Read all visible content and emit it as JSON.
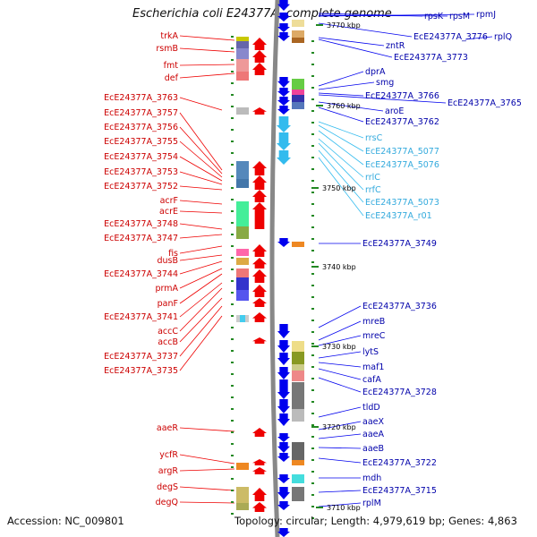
{
  "title": "Escherichia coli E24377A, complete genome",
  "footer": {
    "accession": "Accession: NC_009801",
    "topology": "Topology: circular; Length: 4,979,619 bp; Genes: 4,863"
  },
  "colors": {
    "forward_gene": "#ee0000",
    "reverse_gene": "#0000ee",
    "rna_gene": "#33bbee",
    "backbone": "#888888",
    "tick": "#228822"
  },
  "scale": [
    {
      "label": "3770 kbp"
    },
    {
      "label": "3760 kbp"
    },
    {
      "label": "3750 kbp"
    },
    {
      "label": "3740 kbp"
    },
    {
      "label": "3730 kbp"
    },
    {
      "label": "3720 kbp"
    },
    {
      "label": "3710 kbp"
    }
  ],
  "left_labels": [
    "trkA",
    "rsmB",
    "fmt",
    "def",
    "EcE24377A_3763",
    "EcE24377A_3757",
    "EcE24377A_3756",
    "EcE24377A_3755",
    "EcE24377A_3754",
    "EcE24377A_3753",
    "EcE24377A_3752",
    "acrF",
    "acrE",
    "EcE24377A_3748",
    "EcE24377A_3747",
    "fis",
    "dusB",
    "EcE24377A_3744",
    "prmA",
    "panF",
    "EcE24377A_3741",
    "accC",
    "accB",
    "EcE24377A_3737",
    "EcE24377A_3735",
    "aaeR",
    "ycfR",
    "argR",
    "degS",
    "degQ"
  ],
  "right_labels": [
    {
      "text": "rpsK",
      "kind": "protein"
    },
    {
      "text": "rpsM",
      "kind": "protein"
    },
    {
      "text": "rpmJ",
      "kind": "protein"
    },
    {
      "text": "EcE24377A_3776",
      "kind": "protein"
    },
    {
      "text": "rplQ",
      "kind": "protein"
    },
    {
      "text": "zntR",
      "kind": "protein"
    },
    {
      "text": "EcE24377A_3773",
      "kind": "protein"
    },
    {
      "text": "dprA",
      "kind": "protein"
    },
    {
      "text": "smg",
      "kind": "protein"
    },
    {
      "text": "EcE24377A_3766",
      "kind": "protein"
    },
    {
      "text": "EcE24377A_3765",
      "kind": "protein"
    },
    {
      "text": "aroE",
      "kind": "protein"
    },
    {
      "text": "EcE24377A_3762",
      "kind": "protein"
    },
    {
      "text": "rrsC",
      "kind": "rna"
    },
    {
      "text": "EcE24377A_5077",
      "kind": "rna"
    },
    {
      "text": "EcE24377A_5076",
      "kind": "rna"
    },
    {
      "text": "rrlC",
      "kind": "rna"
    },
    {
      "text": "rrfC",
      "kind": "rna"
    },
    {
      "text": "EcE24377A_5073",
      "kind": "rna"
    },
    {
      "text": "EcE24377A_r01",
      "kind": "rna"
    },
    {
      "text": "EcE24377A_3749",
      "kind": "protein"
    },
    {
      "text": "EcE24377A_3736",
      "kind": "protein"
    },
    {
      "text": "mreB",
      "kind": "protein"
    },
    {
      "text": "mreC",
      "kind": "protein"
    },
    {
      "text": "lytS",
      "kind": "protein"
    },
    {
      "text": "maf1",
      "kind": "protein"
    },
    {
      "text": "cafA",
      "kind": "protein"
    },
    {
      "text": "EcE24377A_3728",
      "kind": "protein"
    },
    {
      "text": "tldD",
      "kind": "protein"
    },
    {
      "text": "aaeX",
      "kind": "protein"
    },
    {
      "text": "aaeA",
      "kind": "protein"
    },
    {
      "text": "aaeB",
      "kind": "protein"
    },
    {
      "text": "EcE24377A_3722",
      "kind": "protein"
    },
    {
      "text": "mdh",
      "kind": "protein"
    },
    {
      "text": "EcE24377A_3715",
      "kind": "protein"
    },
    {
      "text": "rplM",
      "kind": "protein"
    }
  ]
}
